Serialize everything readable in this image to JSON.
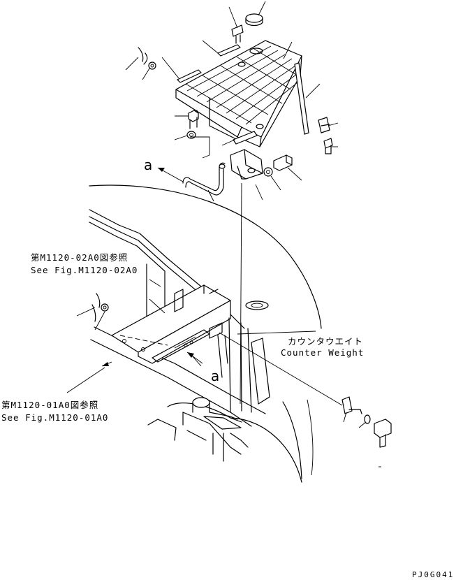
{
  "labels": {
    "ref_upper_jp": "第M1120-02A0図参照",
    "ref_upper_en": "See Fig.M1120-02A0",
    "ref_lower_jp": "第M1120-01A0図参照",
    "ref_lower_en": "See Fig.M1120-01A0",
    "counterweight_jp": "カウンタウエイト",
    "counterweight_en": "Counter Weight",
    "marker_a_top": "a",
    "marker_a_bottom": "a",
    "drawing_code": "PJ0G041"
  }
}
